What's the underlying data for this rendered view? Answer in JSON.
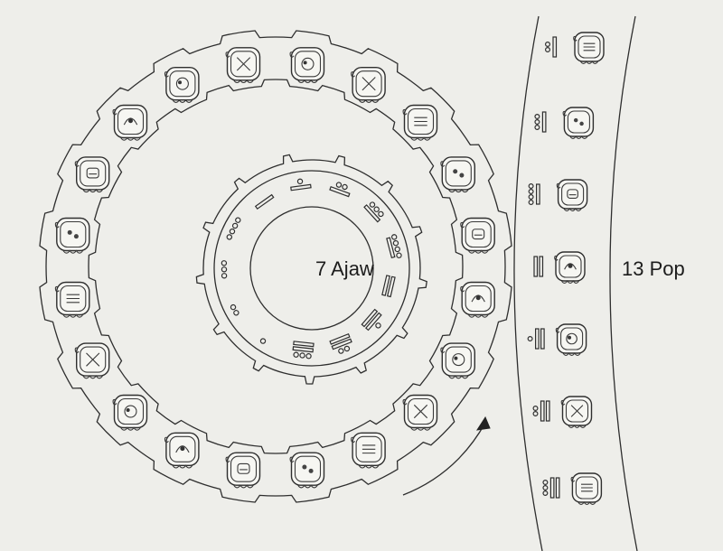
{
  "center_label": "7 Ajaw",
  "band_label": "13 Pop",
  "colors": {
    "background": "#eeeeea",
    "ink": "#2e2e2e",
    "paper": "#f6f6f2"
  },
  "icons": {
    "day_signs": "tzolkin-day-sign-icon",
    "haab_signs": "haab-month-sign-icon",
    "direction": "curved-arrow-icon"
  },
  "outer_wheel": {
    "day_sign_count": 20
  },
  "inner_wheel": {
    "number_count": 13
  },
  "haab_band": {
    "entry_count": 7
  }
}
